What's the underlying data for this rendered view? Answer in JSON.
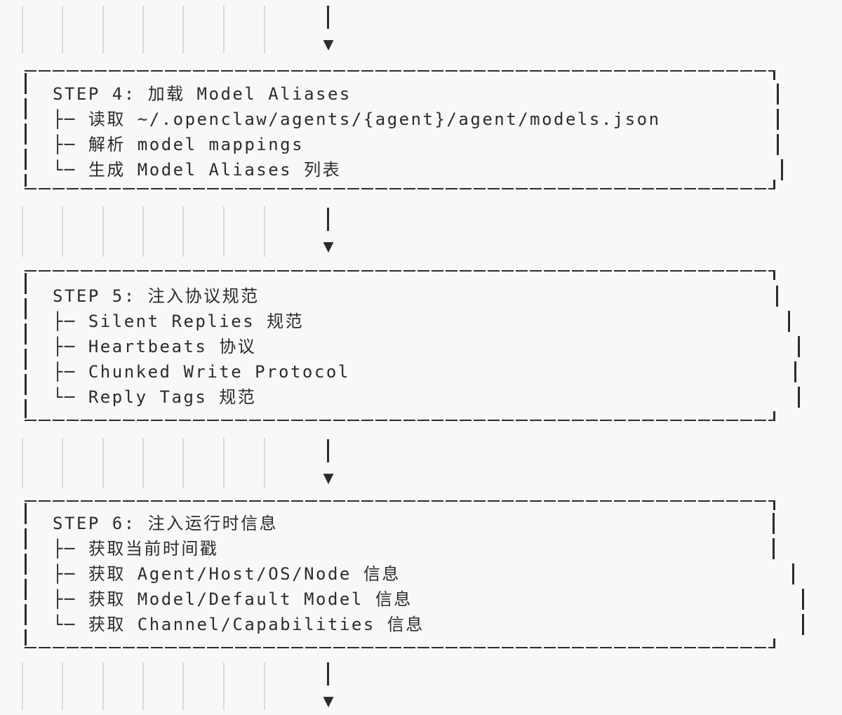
{
  "theme": {
    "background": "#f8f8f6",
    "ink": "#2a2c2e",
    "grid_line_color": "#d9d9d7"
  },
  "flow": {
    "connector": {
      "arrow_glyph": "▼"
    },
    "boxes": [
      {
        "title": "STEP 4: 加载 Model Aliases",
        "items": [
          "├─ 读取 ~/.openclaw/agents/{agent}/agent/models.json",
          "├─ 解析 model mappings",
          "└─ 生成 Model Aliases 列表"
        ]
      },
      {
        "title": "STEP 5: 注入协议规范",
        "items": [
          "├─ Silent Replies 规范",
          "├─ Heartbeats 协议",
          "├─ Chunked Write Protocol",
          "└─ Reply Tags 规范"
        ]
      },
      {
        "title": "STEP 6: 注入运行时信息",
        "items": [
          "├─ 获取当前时间戳",
          "├─ 获取 Agent/Host/OS/Node 信息",
          "├─ 获取 Model/Default Model 信息",
          "└─ 获取 Channel/Capabilities 信息"
        ]
      }
    ]
  }
}
